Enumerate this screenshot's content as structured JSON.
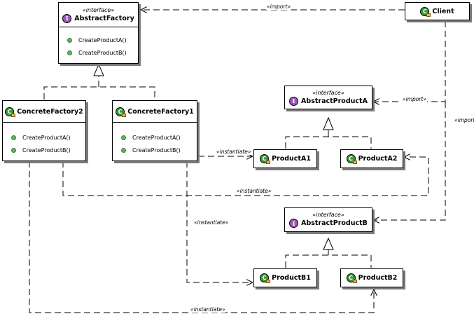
{
  "classes": {
    "abstract_factory": {
      "stereotype": "«interface»",
      "name": "AbstractFactory",
      "ops": [
        "CreateProductA()",
        "CreateProductB()"
      ]
    },
    "concrete_factory2": {
      "name": "ConcreteFactory2",
      "ops": [
        "CreateProductA()",
        "CreateProductB()"
      ]
    },
    "concrete_factory1": {
      "name": "ConcreteFactory1",
      "ops": [
        "CreateProductA()",
        "CreateProductB()"
      ]
    },
    "client": {
      "name": "Client"
    },
    "abstract_product_a": {
      "stereotype": "«interface»",
      "name": "AbstractProductA"
    },
    "abstract_product_b": {
      "stereotype": "«interface»",
      "name": "AbstractProductB"
    },
    "product_a1": {
      "name": "ProductA1"
    },
    "product_a2": {
      "name": "ProductA2"
    },
    "product_b1": {
      "name": "ProductB1"
    },
    "product_b2": {
      "name": "ProductB2"
    }
  },
  "labels": {
    "import_factory": "«import»",
    "import_product_a": "«import»",
    "import_product_b": "«import»",
    "instantiate_a1": "«instantiate»",
    "instantiate_a2": "«instantiate»",
    "instantiate_b1": "«instantiate»",
    "instantiate_b2": "«instantiate»"
  },
  "icons": {
    "interface": "I",
    "class": "C"
  },
  "colors": {
    "interface_badge": "#9b59b6",
    "class_badge": "#3a9a3a",
    "operation_dot": "#5cb85c",
    "shadow": "#7a7a7a"
  }
}
